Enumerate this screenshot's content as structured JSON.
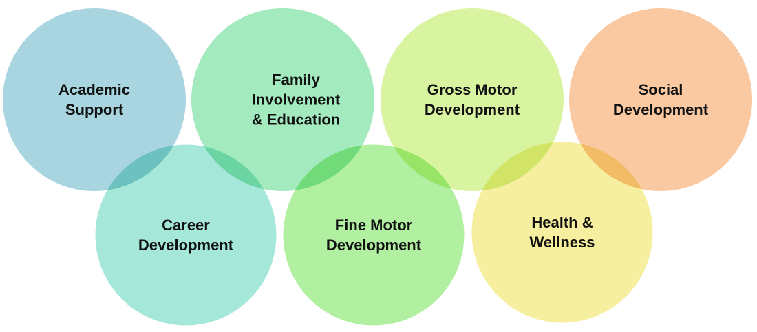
{
  "circles": [
    {
      "label_lines": [
        "Academic",
        "Support"
      ],
      "color": "#a9d5e1"
    },
    {
      "label_lines": [
        "Family",
        "Involvement",
        "& Education"
      ],
      "color": "#a4eabf"
    },
    {
      "label_lines": [
        "Gross Motor",
        "Development"
      ],
      "color": "#d9f4a1"
    },
    {
      "label_lines": [
        "Social",
        "Development"
      ],
      "color": "#fac9a1"
    },
    {
      "label_lines": [
        "Career",
        "Development"
      ],
      "color": "#a5e8da"
    },
    {
      "label_lines": [
        "Fine Motor",
        "Development"
      ],
      "color": "#b1efa1"
    },
    {
      "label_lines": [
        "Health &",
        "Wellness"
      ],
      "color": "#f6efa0"
    }
  ]
}
